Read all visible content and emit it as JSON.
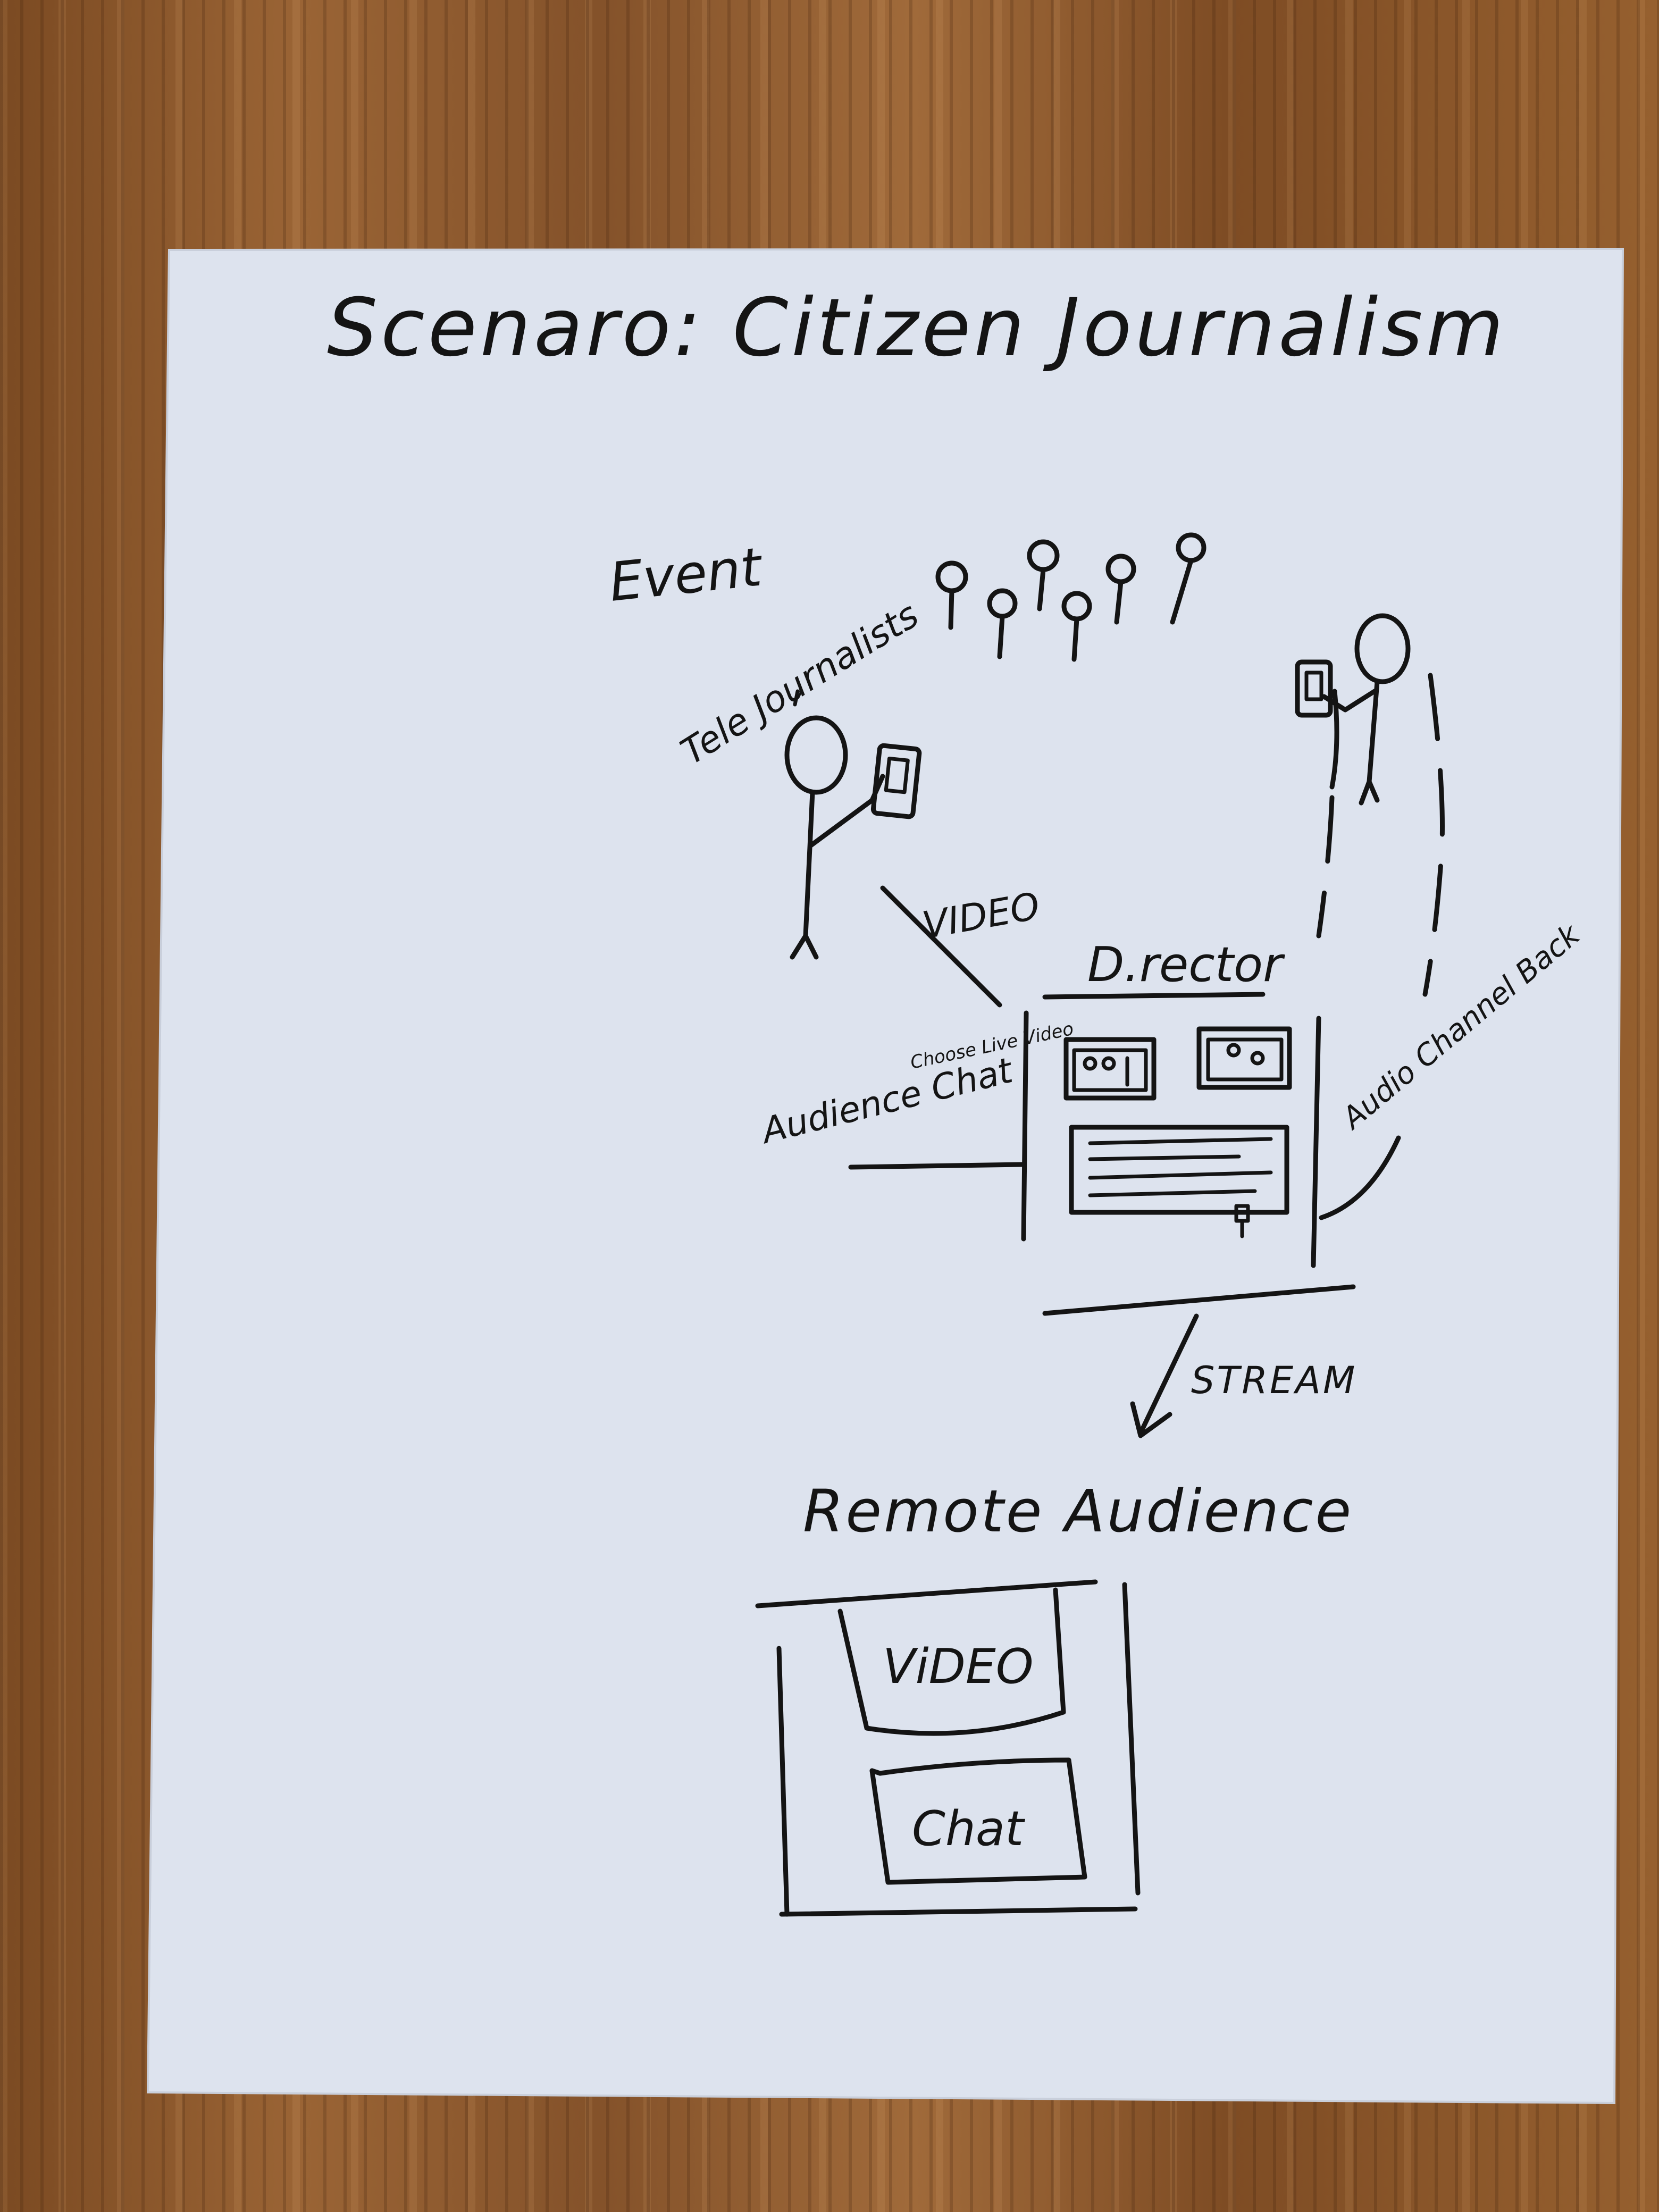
{
  "diagram": {
    "title": "Scenaro: Citizen Journalism",
    "labels": {
      "event": "Event",
      "tele_journalists": "Tele Journalists",
      "video_feed": "VIDEO",
      "director": "D.rector",
      "choose_live_video": "Choose Live Video",
      "audience_chat": "Audience Chat",
      "audio_channel_back": "Audio Channel Back",
      "stream": "STREAM",
      "remote_audience": "Remote Audience",
      "viewer_video": "ViDEO",
      "viewer_chat": "Chat"
    },
    "colors": {
      "paper": "#dde3ee",
      "ink": "#141414",
      "wood": "#8a5a2e"
    }
  }
}
